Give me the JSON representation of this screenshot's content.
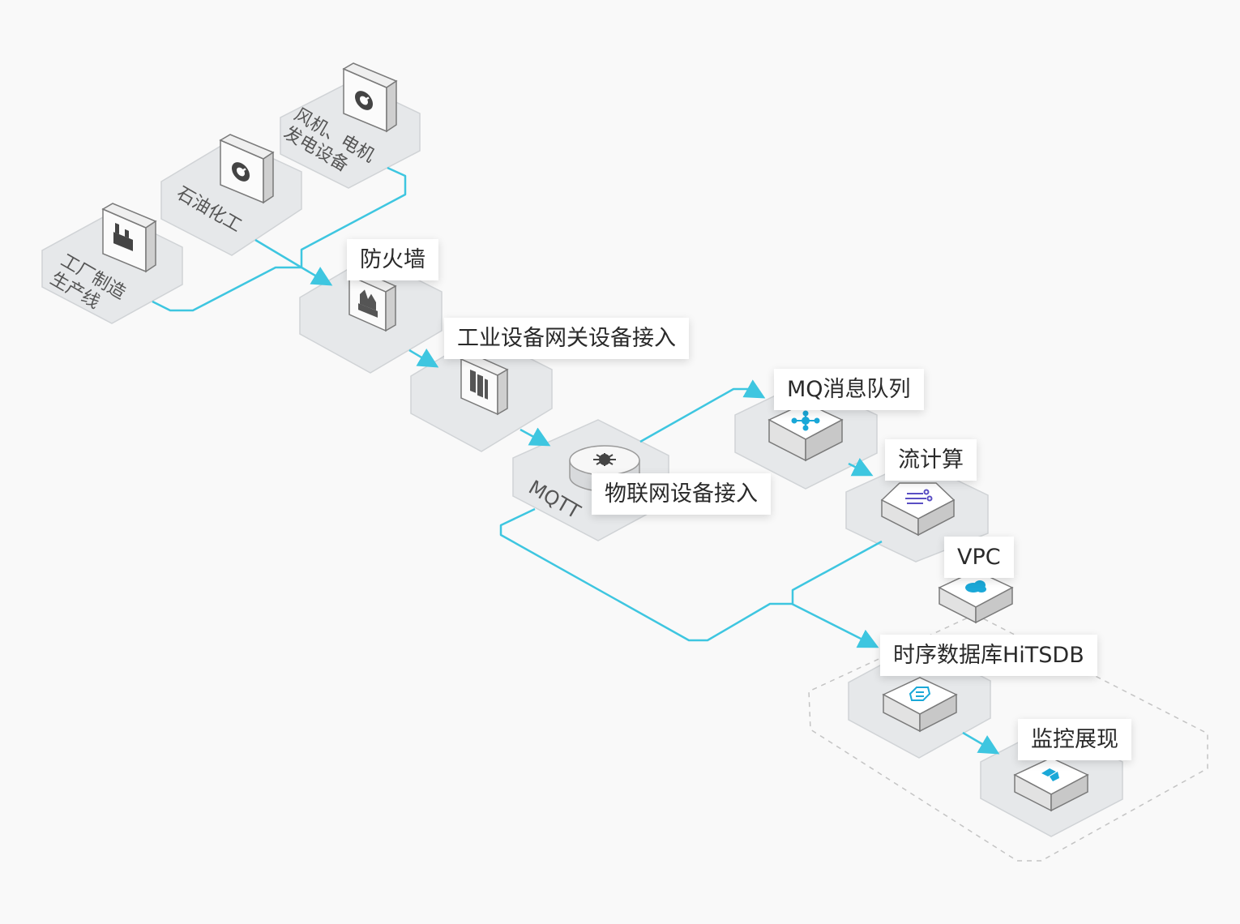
{
  "nodes": {
    "factory": {
      "label": "工厂制造\n生产线",
      "icon": "factory-icon"
    },
    "petrochem": {
      "label": "石油化工",
      "icon": "satellite-dish-icon"
    },
    "power": {
      "label": "风机、电机\n发电设备",
      "icon": "satellite-dish-icon"
    },
    "firewall": {
      "label": "防火墙",
      "icon": "firewall-icon"
    },
    "gateway": {
      "label": "工业设备网关设备接入",
      "icon": "gateway-icon"
    },
    "iot": {
      "label": "物联网设备接入",
      "tag": "MQTT",
      "icon": "virus-hub-icon"
    },
    "mq": {
      "label": "MQ消息队列",
      "icon": "message-hub-icon"
    },
    "stream": {
      "label": "流计算",
      "icon": "stream-compute-icon"
    },
    "vpc": {
      "label": "VPC",
      "icon": "cloud-icon"
    },
    "tsdb": {
      "label": "时序数据库HiTSDB",
      "icon": "database-icon"
    },
    "monitor": {
      "label": "监控展现",
      "icon": "dashboard-icon"
    }
  },
  "colors": {
    "flow": "#3ec6e0",
    "tile": "#e6e8ea",
    "tile_border": "#d0d3d6",
    "icon_accent": "#1aa8d8",
    "stream_accent": "#5a4fc4"
  }
}
